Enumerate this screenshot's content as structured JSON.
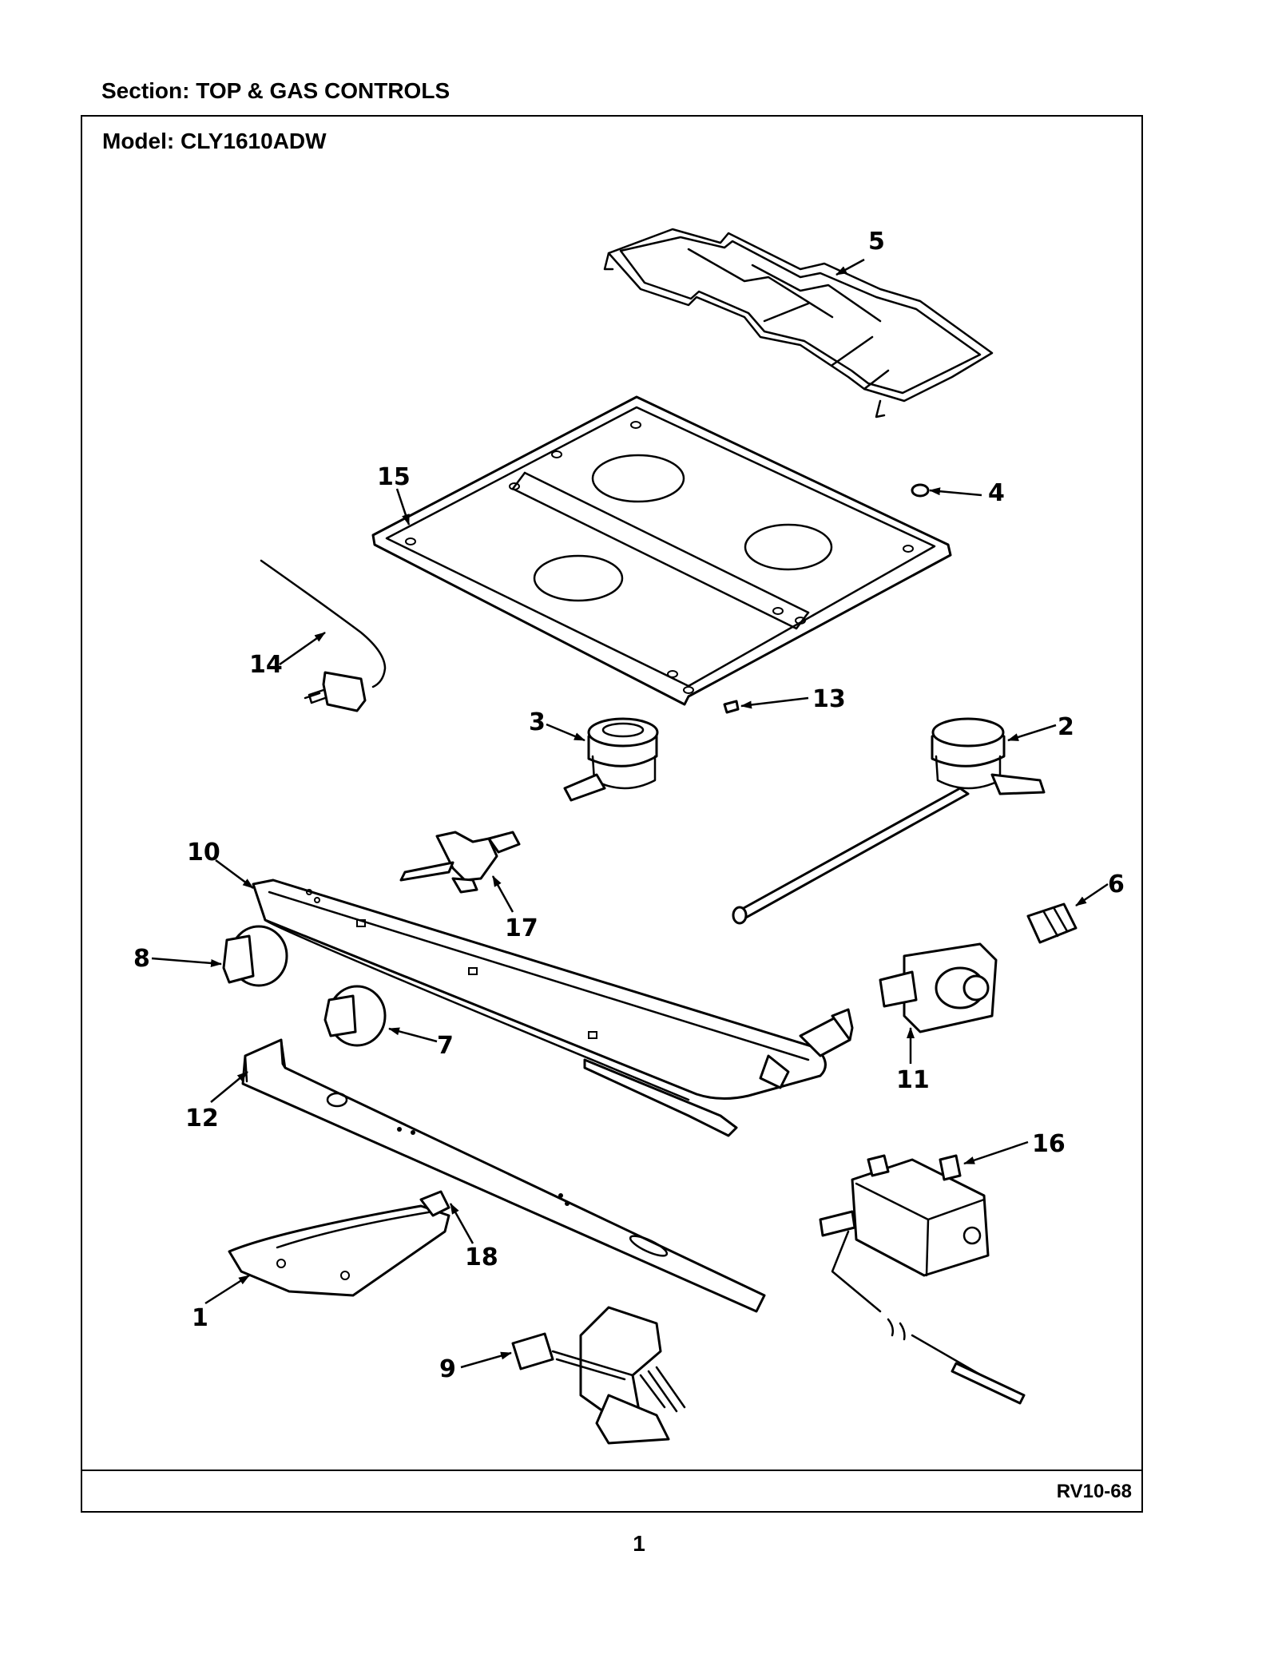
{
  "section_title": "Section:  TOP & GAS CONTROLS",
  "model_title": "Model:  CLY1610ADW",
  "diagram_ref": "RV10-68",
  "page_number": "1",
  "callouts": {
    "c1": "1",
    "c2": "2",
    "c3": "3",
    "c4": "4",
    "c5": "5",
    "c6": "6",
    "c7": "7",
    "c8": "8",
    "c9": "9",
    "c10": "10",
    "c11": "11",
    "c12": "12",
    "c13": "13",
    "c14": "14",
    "c15": "15",
    "c16": "16",
    "c17": "17",
    "c18": "18"
  }
}
